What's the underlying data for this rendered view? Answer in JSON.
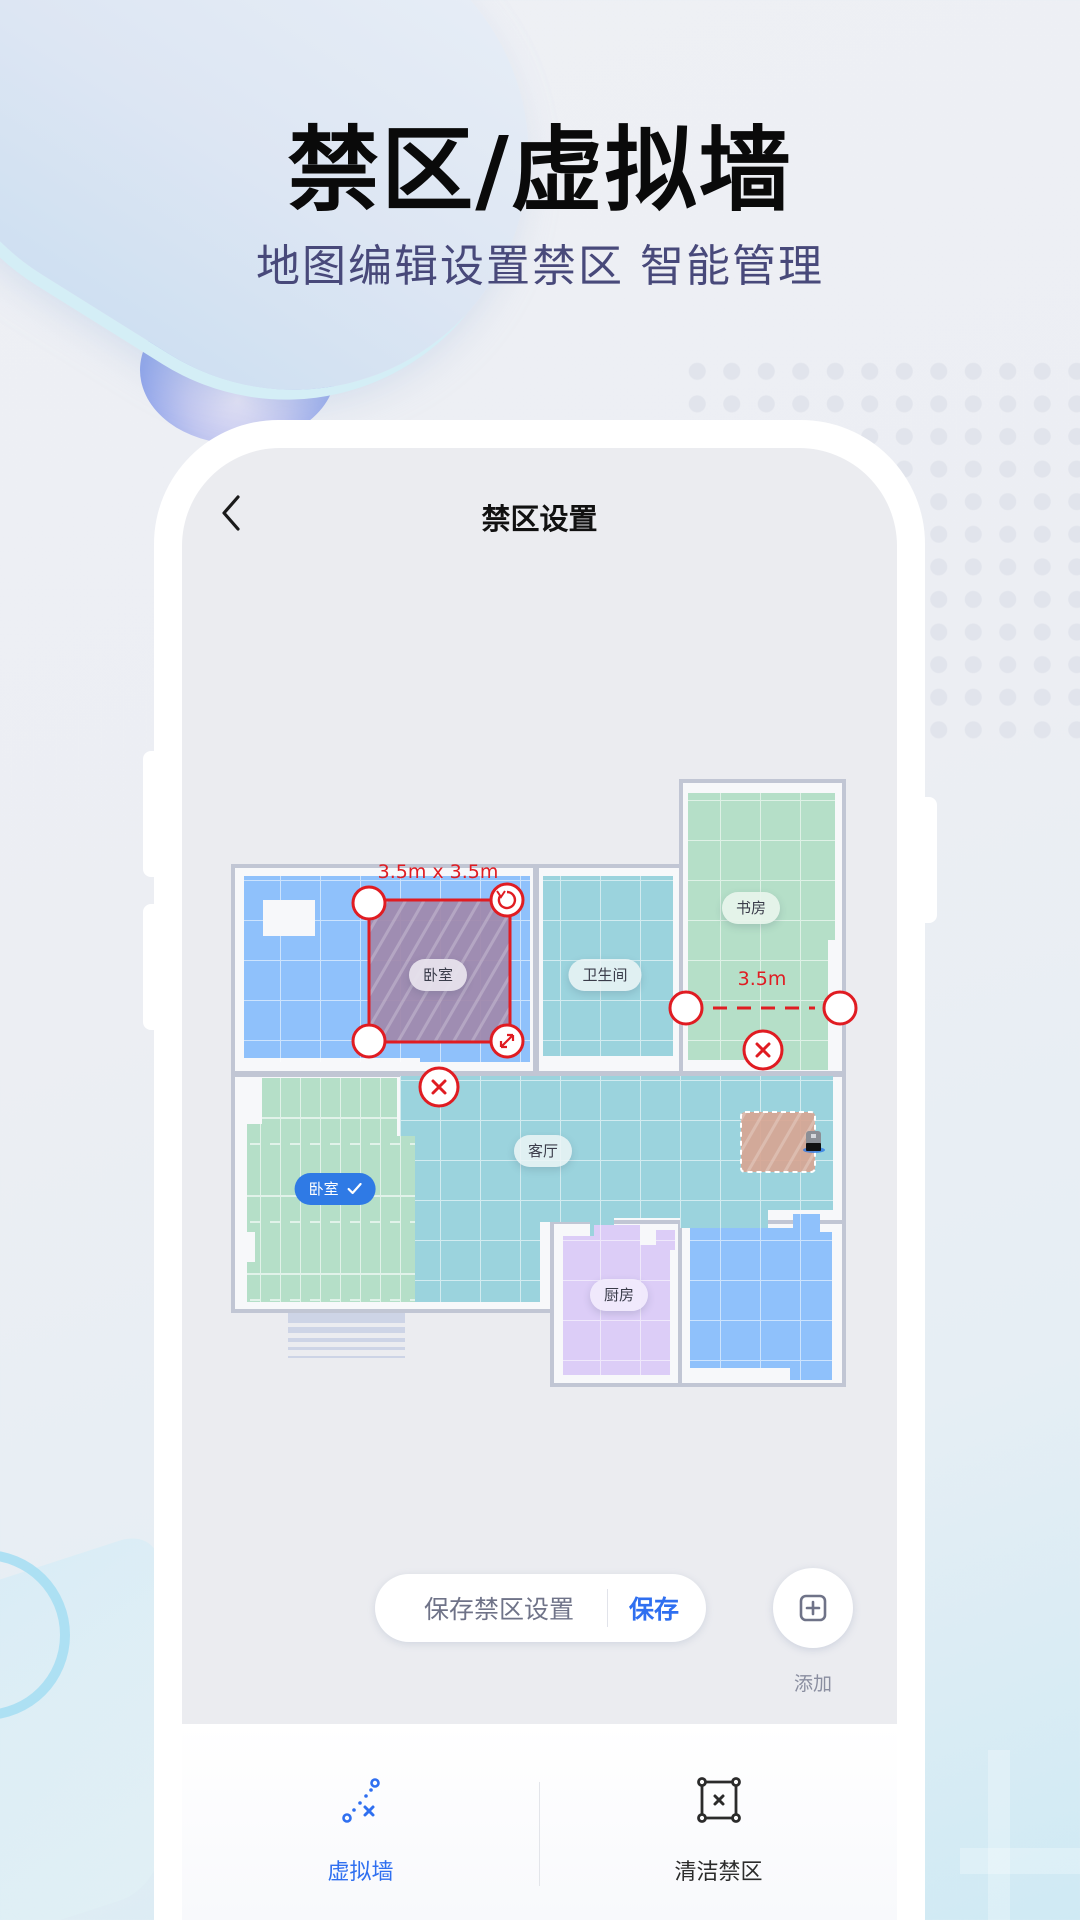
{
  "header": {
    "headline": "禁区/虚拟墙",
    "subline": "地图编辑设置禁区  智能管理"
  },
  "nav": {
    "back_icon": "chevron-left-icon",
    "title": "禁区设置"
  },
  "map": {
    "rooms": [
      {
        "name": "卧室",
        "color": "#8fc1fb",
        "selected": false,
        "in_forbidden_zone": true
      },
      {
        "name": "卫生间",
        "color": "#9bd3dd",
        "selected": false
      },
      {
        "name": "书房",
        "color": "#b5dfc8",
        "selected": false
      },
      {
        "name": "客厅",
        "color": "#9bd3dd",
        "selected": false
      },
      {
        "name": "卧室",
        "color": "#b5dfc8",
        "selected": true
      },
      {
        "name": "厨房",
        "color": "#dccdf7",
        "selected": false
      },
      {
        "name": "",
        "color": "#8fc1fb",
        "selected": false
      }
    ],
    "labels": {
      "bedroom_top": "卧室",
      "bathroom": "卫生间",
      "study": "书房",
      "living": "客厅",
      "bedroom_selected": "卧室",
      "kitchen": "厨房"
    },
    "forbidden_zone": {
      "size_label": "3.5m x 3.5m",
      "border_color": "#e01c22",
      "fill_color": "#a08aae"
    },
    "virtual_wall": {
      "length_label": "3.5m",
      "color": "#e01c22"
    },
    "cleaning_zone": {
      "fill_color": "#d7a592"
    },
    "icons": {
      "rotate": "rotate-icon",
      "resize": "resize-icon",
      "delete": "close-icon",
      "robot": "robot-vacuum-icon",
      "check": "check-icon"
    }
  },
  "actions": {
    "save_hint": "保存禁区设置",
    "save_label": "保存",
    "add_label": "添加"
  },
  "tabbar": {
    "tabs": [
      {
        "label": "虚拟墙",
        "icon": "virtual-wall-icon",
        "active": true,
        "color": "#2f6ff0"
      },
      {
        "label": "清洁禁区",
        "icon": "forbidden-zone-icon",
        "active": false,
        "color": "#2b2b2b"
      }
    ]
  },
  "colors": {
    "accent": "#2f6ff0",
    "danger": "#e01c22",
    "wall": "#c1c6d4",
    "screen_bg": "#ebecf0"
  }
}
